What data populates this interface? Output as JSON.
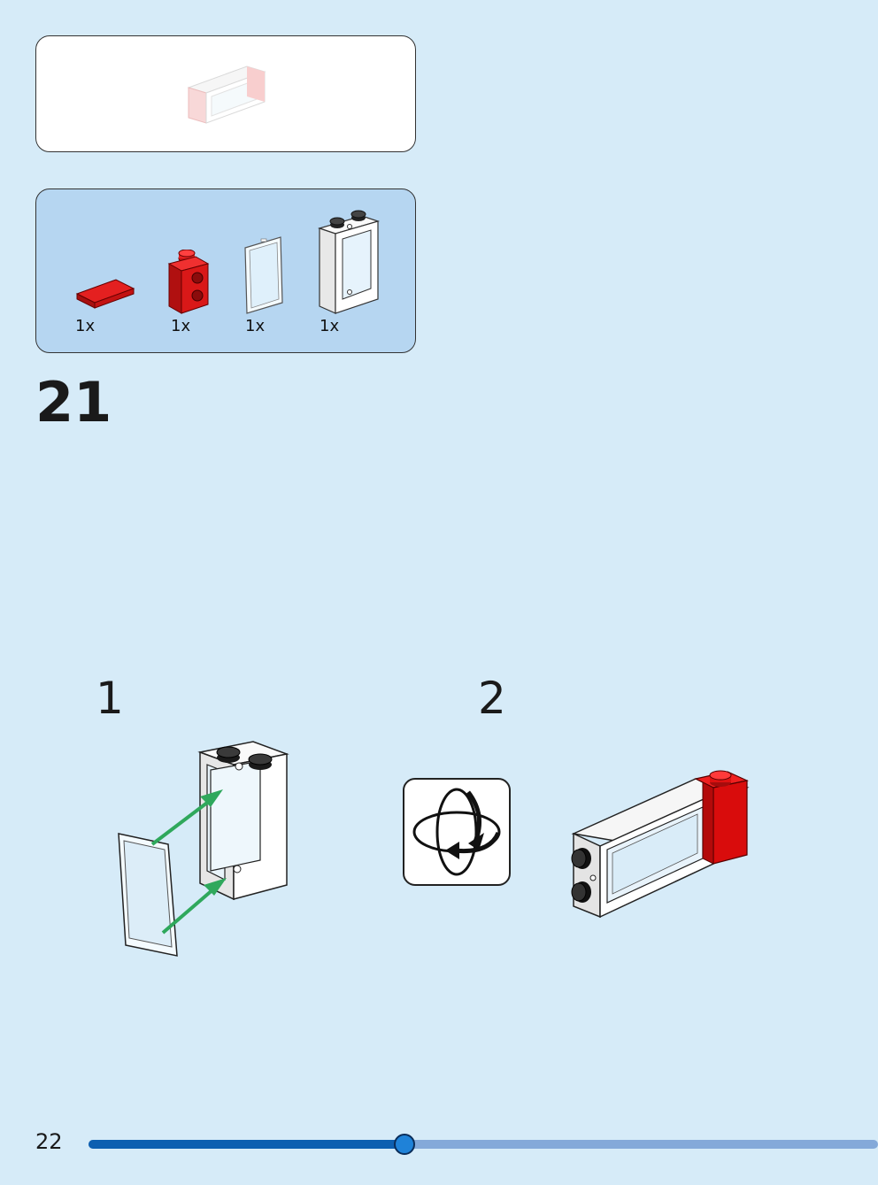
{
  "step_number": "21",
  "parts_list": [
    {
      "icon": "red-tile-icon",
      "qty": "1x"
    },
    {
      "icon": "red-brick-icon",
      "qty": "1x"
    },
    {
      "icon": "window-glass-icon",
      "qty": "1x"
    },
    {
      "icon": "window-frame-icon",
      "qty": "1x"
    }
  ],
  "substeps": [
    {
      "number": "1"
    },
    {
      "number": "2"
    }
  ],
  "rotate_icon": "rotate-model-icon",
  "page_number": "22",
  "progress": {
    "fraction": 0.4
  },
  "colors": {
    "background": "#d6ebf8",
    "parts_panel": "#b6d6f1",
    "brick_red": "#d90c0c",
    "arrow_green": "#2fa85c",
    "progress_fill": "#0d5fb0",
    "progress_track": "#84a9d9"
  }
}
